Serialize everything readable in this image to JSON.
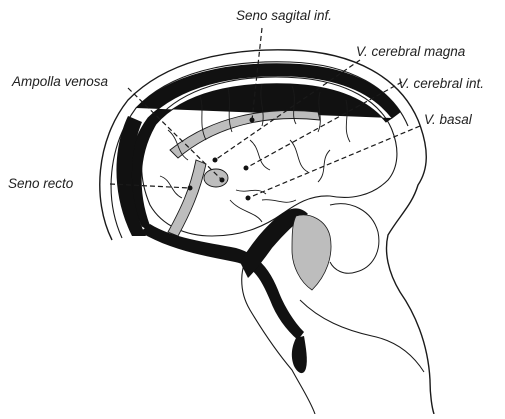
{
  "labels": {
    "seno_sagital_inf": "Seno sagital inf.",
    "v_cerebral_magna": "V. cerebral magna",
    "ampolla_venosa": "Ampolla venosa",
    "v_cerebral_int": "V. cerebral int.",
    "v_basal": "V. basal",
    "seno_recto": "Seno recto"
  },
  "colors": {
    "ink": "#1a1a1a",
    "vein_fill": "#111111",
    "sinus_grey": "#bdbdbd",
    "label": "#222222"
  }
}
